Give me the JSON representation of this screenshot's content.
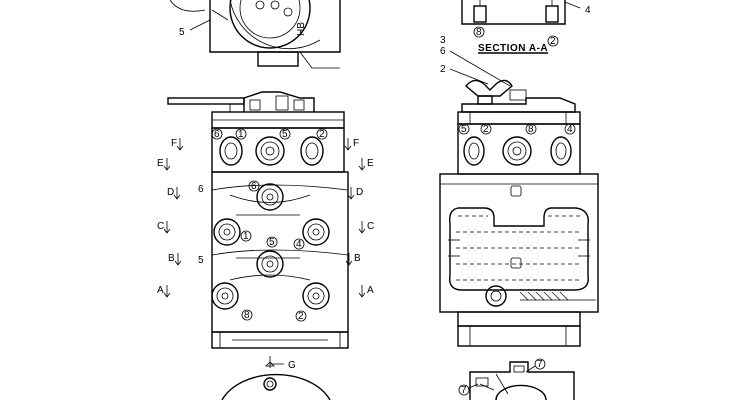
{
  "section_title": "SECTION  A-A",
  "stamp_text": "HB",
  "callouts": {
    "top_left_5": "5",
    "top_right_8": "8",
    "top_right_2": "2",
    "top_right_4": "4",
    "sec_3": "3",
    "sec_6": "6",
    "sec_2": "2",
    "left_top_6": "6",
    "left_top_1": "1",
    "left_top_5": "5",
    "left_top_2": "2",
    "left_mid_6a": "6",
    "left_mid_6b": "6",
    "left_mid_1": "1",
    "left_mid_5": "5",
    "left_mid_4": "4",
    "left_mid_5b": "5",
    "left_bot_8": "8",
    "left_bot_2": "2",
    "right_top_5": "5",
    "right_top_2": "2",
    "right_top_8": "8",
    "right_top_4": "4",
    "bottom_right_7a": "7",
    "bottom_right_7b": "7"
  },
  "section_markers": {
    "left": [
      "F",
      "E",
      "D",
      "C",
      "B",
      "A"
    ],
    "right": [
      "F",
      "E",
      "D",
      "C",
      "B",
      "A"
    ],
    "view_g": "G"
  }
}
